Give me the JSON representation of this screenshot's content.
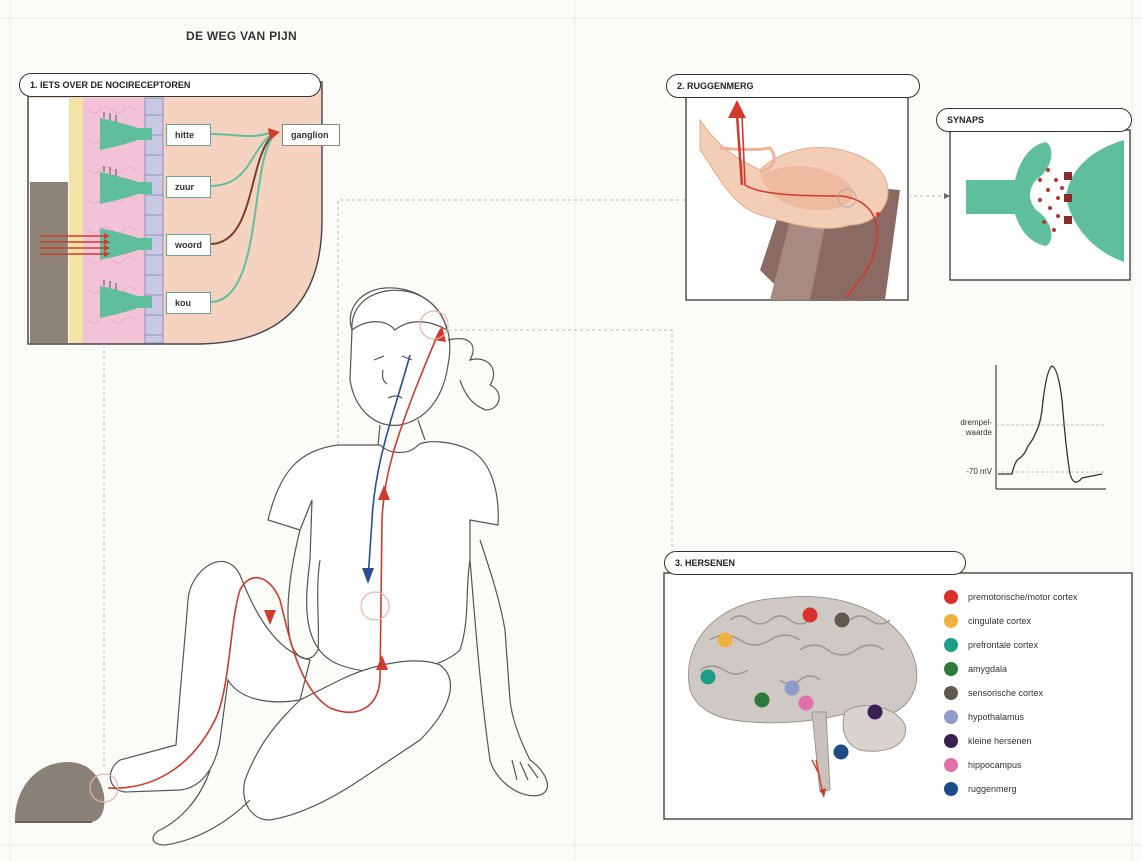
{
  "title": "DE WEG VAN PIJN",
  "sections": {
    "nociceptors": "1. IETS OVER DE NOCIRECEPTOREN",
    "spinal_cord": "2. RUGGENMERG",
    "synapse": "SYNAPS",
    "brain": "3. HERSENEN"
  },
  "receptor_labels": [
    "hitte",
    "zuur",
    "woord",
    "kou"
  ],
  "ganglion_label": "ganglion",
  "graph": {
    "threshold_label": "drempel-\nwaarde",
    "resting_label": "-70 mV"
  },
  "legend": [
    {
      "label": "premotorische/motor cortex",
      "color": "#d8312b"
    },
    {
      "label": "cingulate cortex",
      "color": "#efb13f"
    },
    {
      "label": "prefrontale cortex",
      "color": "#1c9e86"
    },
    {
      "label": "amygdala",
      "color": "#2d7a3c"
    },
    {
      "label": "sensorische cortex",
      "color": "#5f5a4d"
    },
    {
      "label": "hypothalamus",
      "color": "#8f9cc9"
    },
    {
      "label": "kleine hersenen",
      "color": "#3a1f52"
    },
    {
      "label": "hippocampus",
      "color": "#e171aa"
    },
    {
      "label": "ruggenmerg",
      "color": "#1f4a8a"
    }
  ],
  "colors": {
    "nerve_red": "#d13a2c",
    "nerve_blue": "#2e4c8f",
    "neuron_green": "#5fbf9c",
    "skin_pink": "#f3c4d5",
    "flesh": "#f7d8c6",
    "stone": "#8a8178"
  }
}
